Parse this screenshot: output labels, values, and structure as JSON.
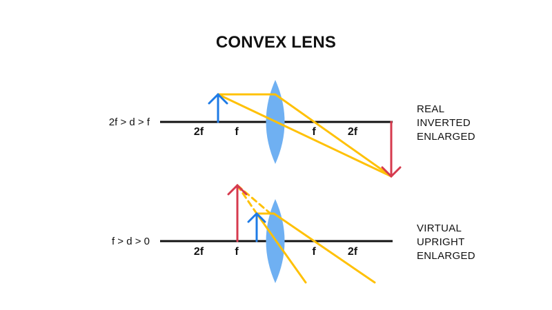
{
  "title": "CONVEX LENS",
  "diagrams": [
    {
      "condition": "2f > d > f",
      "axis_labels": [
        "2f",
        "f",
        "f",
        "2f"
      ],
      "description": [
        "REAL",
        "INVERTED",
        "ENLARGED"
      ]
    },
    {
      "condition": "f > d > 0",
      "axis_labels": [
        "2f",
        "f",
        "f",
        "2f"
      ],
      "description": [
        "VIRTUAL",
        "UPRIGHT",
        "ENLARGED"
      ]
    }
  ],
  "colors": {
    "axis": "#111111",
    "lens": "#6FB0F2",
    "object_arrow": "#1E7BE6",
    "image_arrow": "#D63A4E",
    "ray": "#FFC107"
  }
}
